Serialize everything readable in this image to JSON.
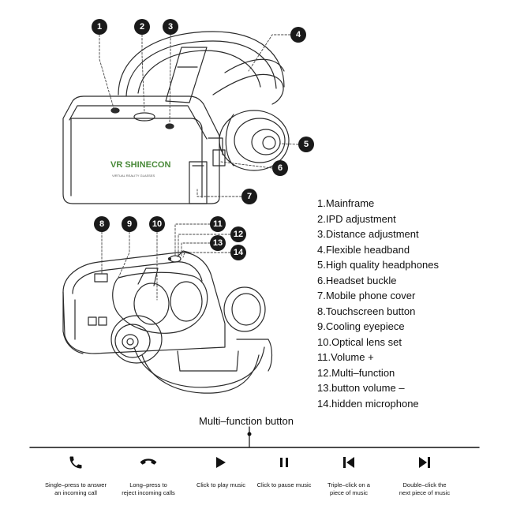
{
  "callouts": {
    "c1": "1",
    "c2": "2",
    "c3": "3",
    "c4": "4",
    "c5": "5",
    "c6": "6",
    "c7": "7",
    "c8": "8",
    "c9": "9",
    "c10": "10",
    "c11": "11",
    "c12": "12",
    "c13": "13",
    "c14": "14"
  },
  "device": {
    "brand": "VR SHINECON",
    "subtext": "VIRTUAL REALITY GLASSES"
  },
  "parts": [
    "1.Mainframe",
    "2.IPD adjustment",
    "3.Distance adjustment",
    "4.Flexible headband",
    "5.High quality headphones",
    "6.Headset buckle",
    "7.Mobile phone cover",
    "8.Touchscreen button",
    "9.Cooling eyepiece",
    "10.Optical lens set",
    "11.Volume +",
    "12.Multi–function",
    "13.button volume –",
    "14.hidden microphone"
  ],
  "multifunction": {
    "title": "Multi–function button",
    "functions": [
      {
        "icon": "phone-answer-icon",
        "line1": "Single–press to answer",
        "line2": "an incoming call"
      },
      {
        "icon": "phone-reject-icon",
        "line1": "Long–press to",
        "line2": "reject incoming calls"
      },
      {
        "icon": "play-icon",
        "line1": "Click to play music",
        "line2": ""
      },
      {
        "icon": "pause-icon",
        "line1": "Click to pause music",
        "line2": ""
      },
      {
        "icon": "previous-track-icon",
        "line1": "Triple–click on a",
        "line2": "piece of music"
      },
      {
        "icon": "next-track-icon",
        "line1": "Double–click the",
        "line2": "next piece of music"
      }
    ]
  }
}
